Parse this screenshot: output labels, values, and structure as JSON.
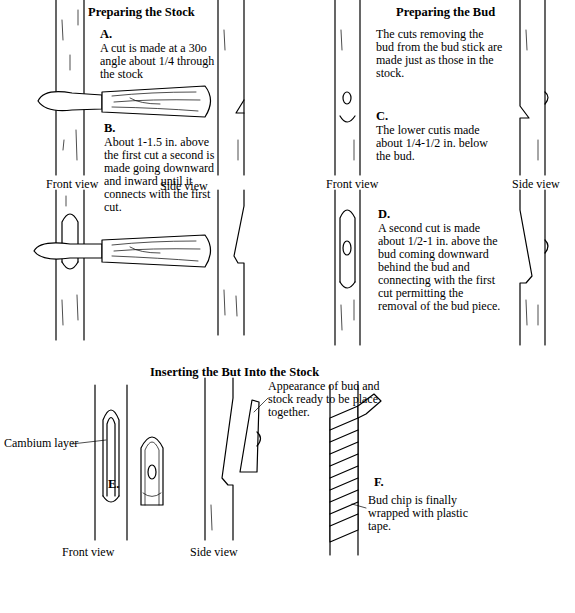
{
  "diagram": {
    "labels": [
      "Preparing the Stock",
      "A.",
      "A cut is made at a 30o angle about 1/4 through the stock",
      "B.",
      "About 1-1.5 in. above the first cut a second is made going downward and inward until it connects with the first cut.",
      "Front view",
      "Side view",
      "Preparing the Bud",
      "The cuts removing the bud from the bud stick are made just as those in the stock.",
      "C.",
      "The lower cutis made about 1/4-1/2 in. below the bud.",
      "Front view",
      "Side view",
      "D.",
      "A second cut is made about 1/2-1 in. above the bud coming downward behind the bud and connecting with the first cut permitting the removal of the bud piece.",
      "Inserting the But Into the Stock",
      "Appearance of bud and stock ready to be place together.",
      "Cambium layer",
      "E.",
      "Front view",
      "Side view",
      "F.",
      "Bud chip is finally wrapped with plastic tape."
    ]
  }
}
